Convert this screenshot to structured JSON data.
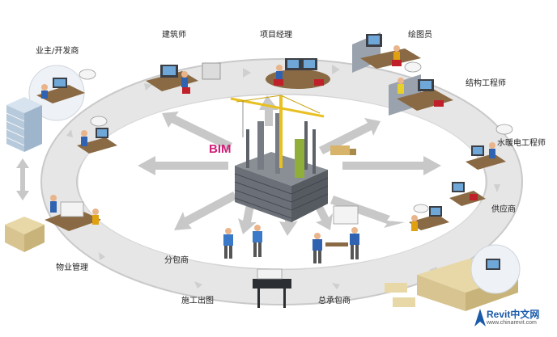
{
  "center_label": "BIM",
  "roles": {
    "owner_developer": "业主/开发商",
    "architect": "建筑师",
    "project_manager": "项目经理",
    "drafter": "绘图员",
    "structural_engineer": "结构工程师",
    "mep_engineer": "水暖电工程师",
    "supplier": "供应商",
    "general_contractor": "总承包商",
    "construction_drawing": "施工出图",
    "subcontractor": "分包商",
    "property_management": "物业管理"
  },
  "logo": {
    "name": "Revit中文网",
    "url": "www.chinarevit.com"
  },
  "colors": {
    "ring": "#e3e3e3",
    "ring_edge": "#c9c9c9",
    "bim_text": "#d0217a",
    "crane": "#e8c020",
    "logo_blue": "#1a5aa8"
  }
}
